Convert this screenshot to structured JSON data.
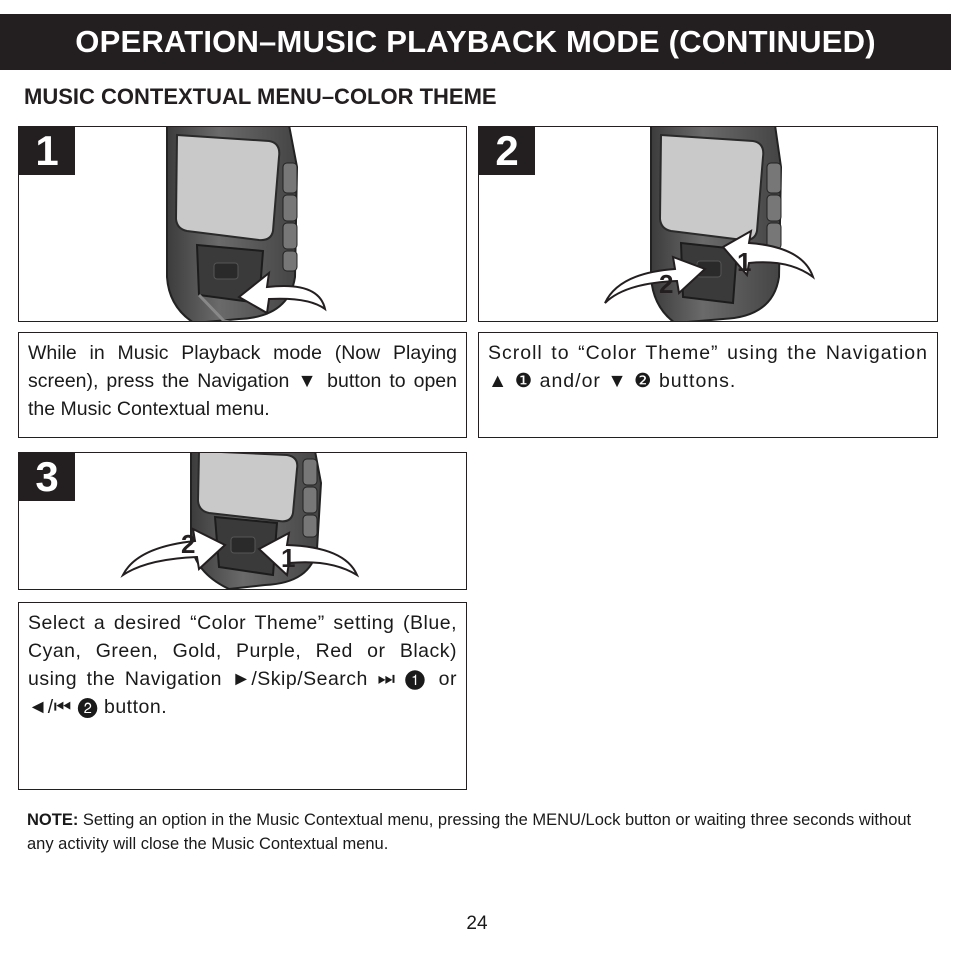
{
  "header": {
    "title": "OPERATION–MUSIC PLAYBACK MODE (CONTINUED)"
  },
  "section": {
    "title": "MUSIC CONTEXTUAL MENU–COLOR THEME"
  },
  "steps": [
    {
      "number": "1",
      "text": "While in Music Playback mode (Now Playing screen), press the Navigation ▼ button to open the Music Contextual menu."
    },
    {
      "number": "2",
      "text": "Scroll to “Color Theme” using the Navigation ▲ ❶ and/or ▼ ❷ buttons.",
      "arrow_labels": [
        "1",
        "2"
      ]
    },
    {
      "number": "3",
      "text": "Select a desired “Color Theme” setting (Blue, Cyan, Green, Gold, Purple, Red or Black) using the Navigation ►/Skip/Search ⏭ ❶ or ◄/⏮ ❷ button.",
      "arrow_labels": [
        "2",
        "1"
      ]
    }
  ],
  "note": {
    "label": "NOTE:",
    "text": " Setting an option in the Music Contextual menu, pressing the MENU/Lock button or waiting three seconds without any activity will close the Music Contextual menu."
  },
  "page_number": "24",
  "colors": {
    "banner": "#231f20",
    "device_body": "#5a5a5a",
    "device_screen": "#c8c8c8"
  }
}
